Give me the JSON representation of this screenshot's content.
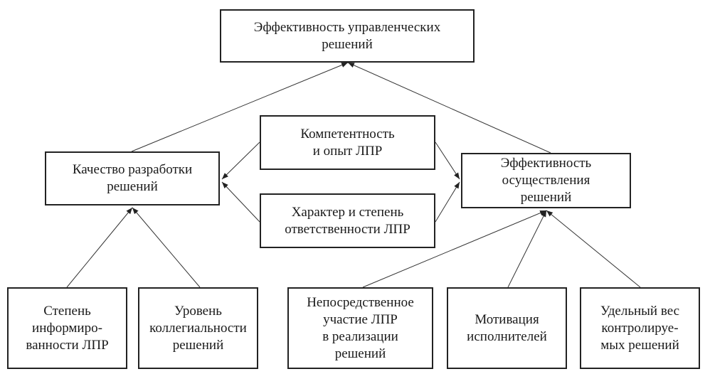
{
  "nodes": {
    "top": "Эффективность управленческих\nрешений",
    "quality": "Качество разработки\nрешений",
    "competence": "Компетентность\nи опыт ЛПР",
    "responsibility": "Характер и степень\nответственности ЛПР",
    "implementation": "Эффективность\nосуществления\nрешений",
    "informedness": "Степень\nинформиро-\nванности ЛПР",
    "collegiality": "Уровень\nколлегиальности\nрешений",
    "participation": "Непосредственное\nучастие ЛПР\nв реализации\nрешений",
    "motivation": "Мотивация\nисполнителей",
    "controlled": "Удельный вес\nконтролируе-\nмых решений"
  },
  "edges": [
    {
      "from": "quality",
      "to": "top"
    },
    {
      "from": "implementation",
      "to": "top"
    },
    {
      "from": "competence",
      "to": "quality"
    },
    {
      "from": "responsibility",
      "to": "quality"
    },
    {
      "from": "competence",
      "to": "implementation"
    },
    {
      "from": "responsibility",
      "to": "implementation"
    },
    {
      "from": "informedness",
      "to": "quality"
    },
    {
      "from": "collegiality",
      "to": "quality"
    },
    {
      "from": "participation",
      "to": "implementation"
    },
    {
      "from": "motivation",
      "to": "implementation"
    },
    {
      "from": "controlled",
      "to": "implementation"
    }
  ]
}
